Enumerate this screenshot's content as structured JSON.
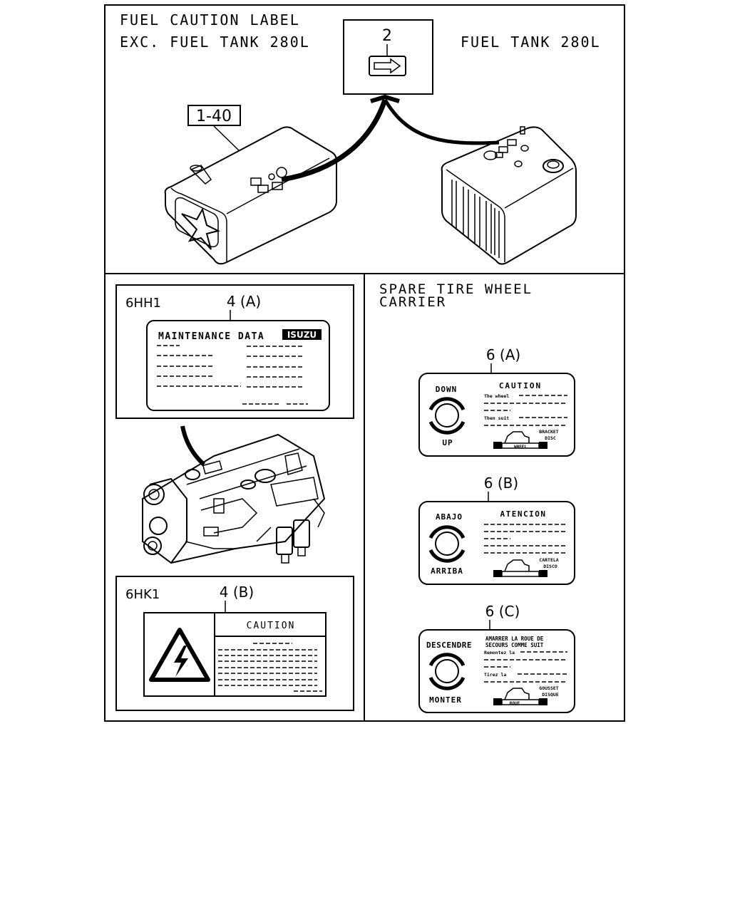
{
  "fuel_panel": {
    "title_line1": "FUEL CAUTION LABEL",
    "title_line2": "EXC. FUEL TANK 280L",
    "right_title": "FUEL TANK 280L",
    "callout_main": "2",
    "callout_ref": "1-40"
  },
  "maintenance_panel": {
    "engine_model": "6HH1",
    "callout": "4 (A)",
    "label_title": "MAINTENANCE DATA",
    "brand": "ISUZU"
  },
  "caution_panel": {
    "engine_model": "6HK1",
    "callout": "4 (B)",
    "label_title": "CAUTION"
  },
  "spare_panel": {
    "title_line1": "SPARE TIRE WHEEL",
    "title_line2": "CARRIER",
    "labels": [
      {
        "callout": "6 (A)",
        "top": "DOWN",
        "bottom": "UP",
        "heading": "CAUTION",
        "line1": "The wheel",
        "line2": "Then suit",
        "tag1": "BRACKET",
        "tag2": "DISC",
        "tag3": "WHEEL"
      },
      {
        "callout": "6 (B)",
        "top": "ABAJO",
        "bottom": "ARRIBA",
        "heading": "ATENCION",
        "line1": "",
        "line2": "",
        "tag1": "CARTELA",
        "tag2": "DISCO",
        "tag3": ""
      },
      {
        "callout": "6 (C)",
        "top": "DESCENDRE",
        "bottom": "MONTER",
        "heading": "AMARRER LA ROUE DE",
        "heading2": "SECOURS COMME SUIT",
        "line1": "Remontez la",
        "line2": "Tirez la",
        "tag1": "GOUSSET",
        "tag2": "DISQUE",
        "tag3": "ROUE"
      }
    ]
  }
}
